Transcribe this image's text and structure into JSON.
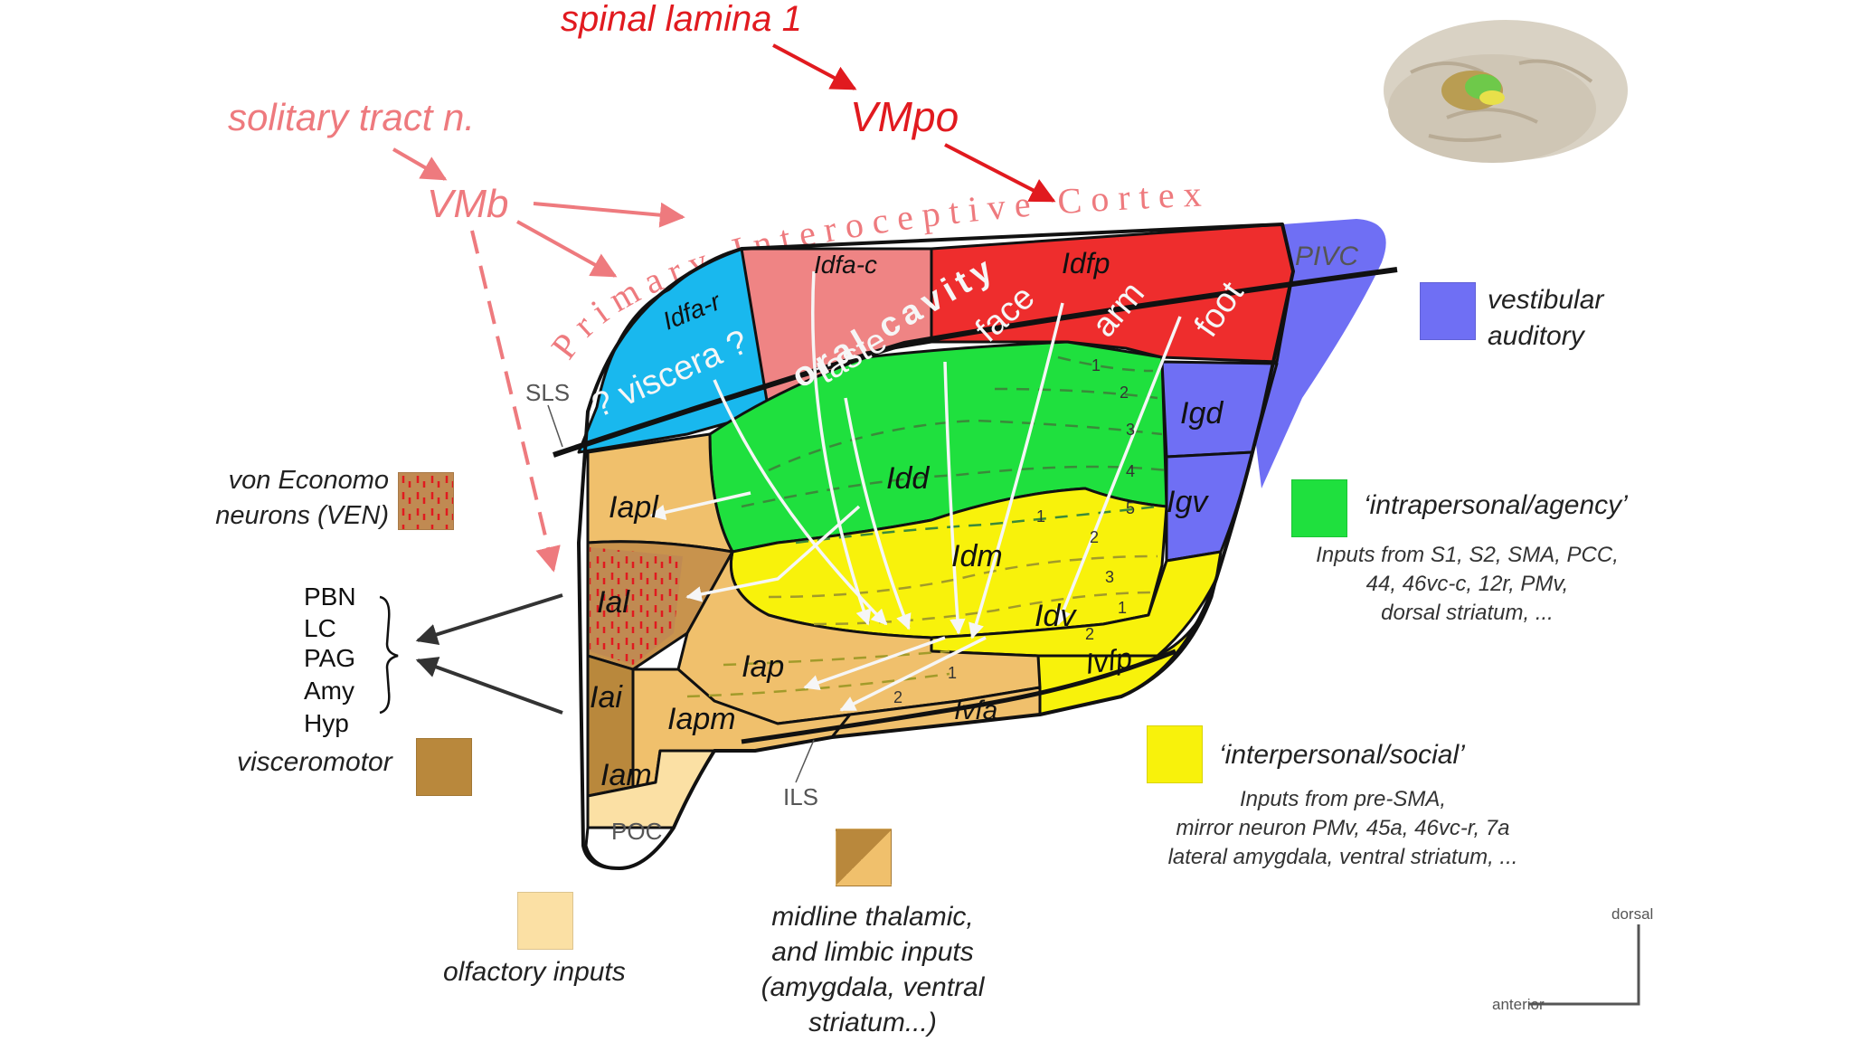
{
  "inputs": {
    "spinal": "spinal lamina 1",
    "vmpo": "VMpo",
    "solitary": "solitary tract n.",
    "vmb": "VMb"
  },
  "title": "Primary Interoceptive Cortex",
  "regions": {
    "idfa_r": "Idfa-r",
    "idfa_c": "Idfa-c",
    "idfp": "Idfp",
    "pivc": "PIVC",
    "igd": "Igd",
    "igv": "Igv",
    "idd": "Idd",
    "idm": "Idm",
    "idv": "Idv",
    "iapl": "Iapl",
    "ial": "Ial",
    "iai": "Iai",
    "iam": "Iam",
    "iap": "Iap",
    "iapm": "Iapm",
    "ivfa": "Ivfa",
    "ivfp": "Ivfp"
  },
  "sulci": {
    "sls": "SLS",
    "ils": "ILS",
    "poc": "POC"
  },
  "somatotopy": {
    "viscera": "? viscera ?",
    "oral": "oral cavity",
    "taste": "taste",
    "face": "face",
    "arm": "arm",
    "foot": "foot"
  },
  "layer_numbers": {
    "dorsal": [
      "1",
      "2",
      "3",
      "4",
      "5"
    ],
    "middle": [
      "1",
      "2",
      "3"
    ],
    "ventral": [
      "1",
      "2"
    ],
    "anterior": [
      "1",
      "2"
    ]
  },
  "outputs": [
    "PBN",
    "LC",
    "PAG",
    "Amy",
    "Hyp"
  ],
  "legend": {
    "vestibular": "vestibular\nauditory",
    "agency": "‘intrapersonal/agency’",
    "agency_inputs": "Inputs from S1, S2, SMA, PCC,\n44, 46vc-c, 12r, PMv,\ndorsal striatum, ...",
    "social": "‘interpersonal/social’",
    "social_inputs": "Inputs from pre-SMA,\nmirror neuron PMv, 45a, 46vc-r, 7a\nlateral amygdala, ventral striatum, ...",
    "ven": "von Economo\nneurons (VEN)",
    "visceromotor": "visceromotor",
    "olfactory": "olfactory inputs",
    "limbic": "midline thalamic,\nand limbic inputs\n(amygdala, ventral\nstriatum...)"
  },
  "orientation": {
    "dorsal": "dorsal",
    "anterior": "anterior"
  },
  "colors": {
    "dark_red": "#e11a1f",
    "pink": "#ee7a7e",
    "red": "#ee2d2d",
    "salmon": "#ef8484",
    "cyan": "#19b8ee",
    "blue": "#6f6ff4",
    "green": "#1fe03e",
    "yellow": "#f8f20b",
    "tan": "#f0c06c",
    "brown": "#b9883c",
    "light_tan": "#fbe0a4"
  }
}
